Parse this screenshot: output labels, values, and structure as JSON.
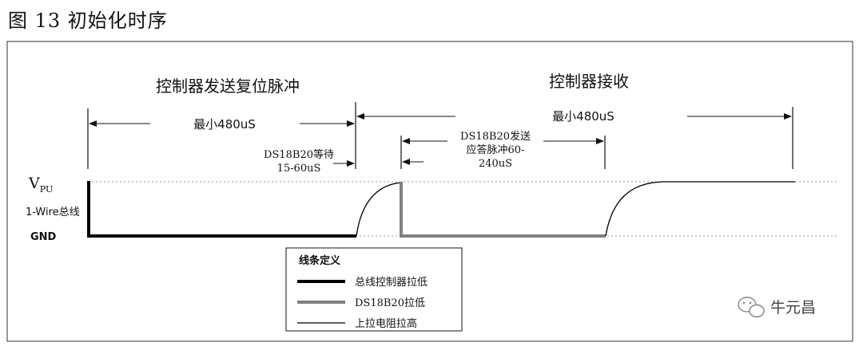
{
  "figure_title": "图 13  初始化时序",
  "sections": {
    "reset": "控制器发送复位脉冲",
    "receive": "控制器接收"
  },
  "timing": {
    "reset_min": "最小480uS",
    "receive_min": "最小480uS",
    "wait_line1": "DS18B20等待",
    "wait_line2": "15-60uS",
    "resp_line1": "DS18B20发送",
    "resp_line2": "应答脉冲60-",
    "resp_line3": "240uS"
  },
  "levels": {
    "vpu_main": "V",
    "vpu_sub": "PU",
    "bus": "1-Wire总线",
    "gnd": "GND"
  },
  "legend": {
    "title": "线条定义",
    "items": [
      {
        "label": "总线控制器拉低",
        "color": "#000000"
      },
      {
        "label": "DS18B20拉低",
        "color": "#808080"
      },
      {
        "label": "上拉电阻拉高",
        "color": "#000000"
      }
    ]
  },
  "watermark": "牛元昌"
}
